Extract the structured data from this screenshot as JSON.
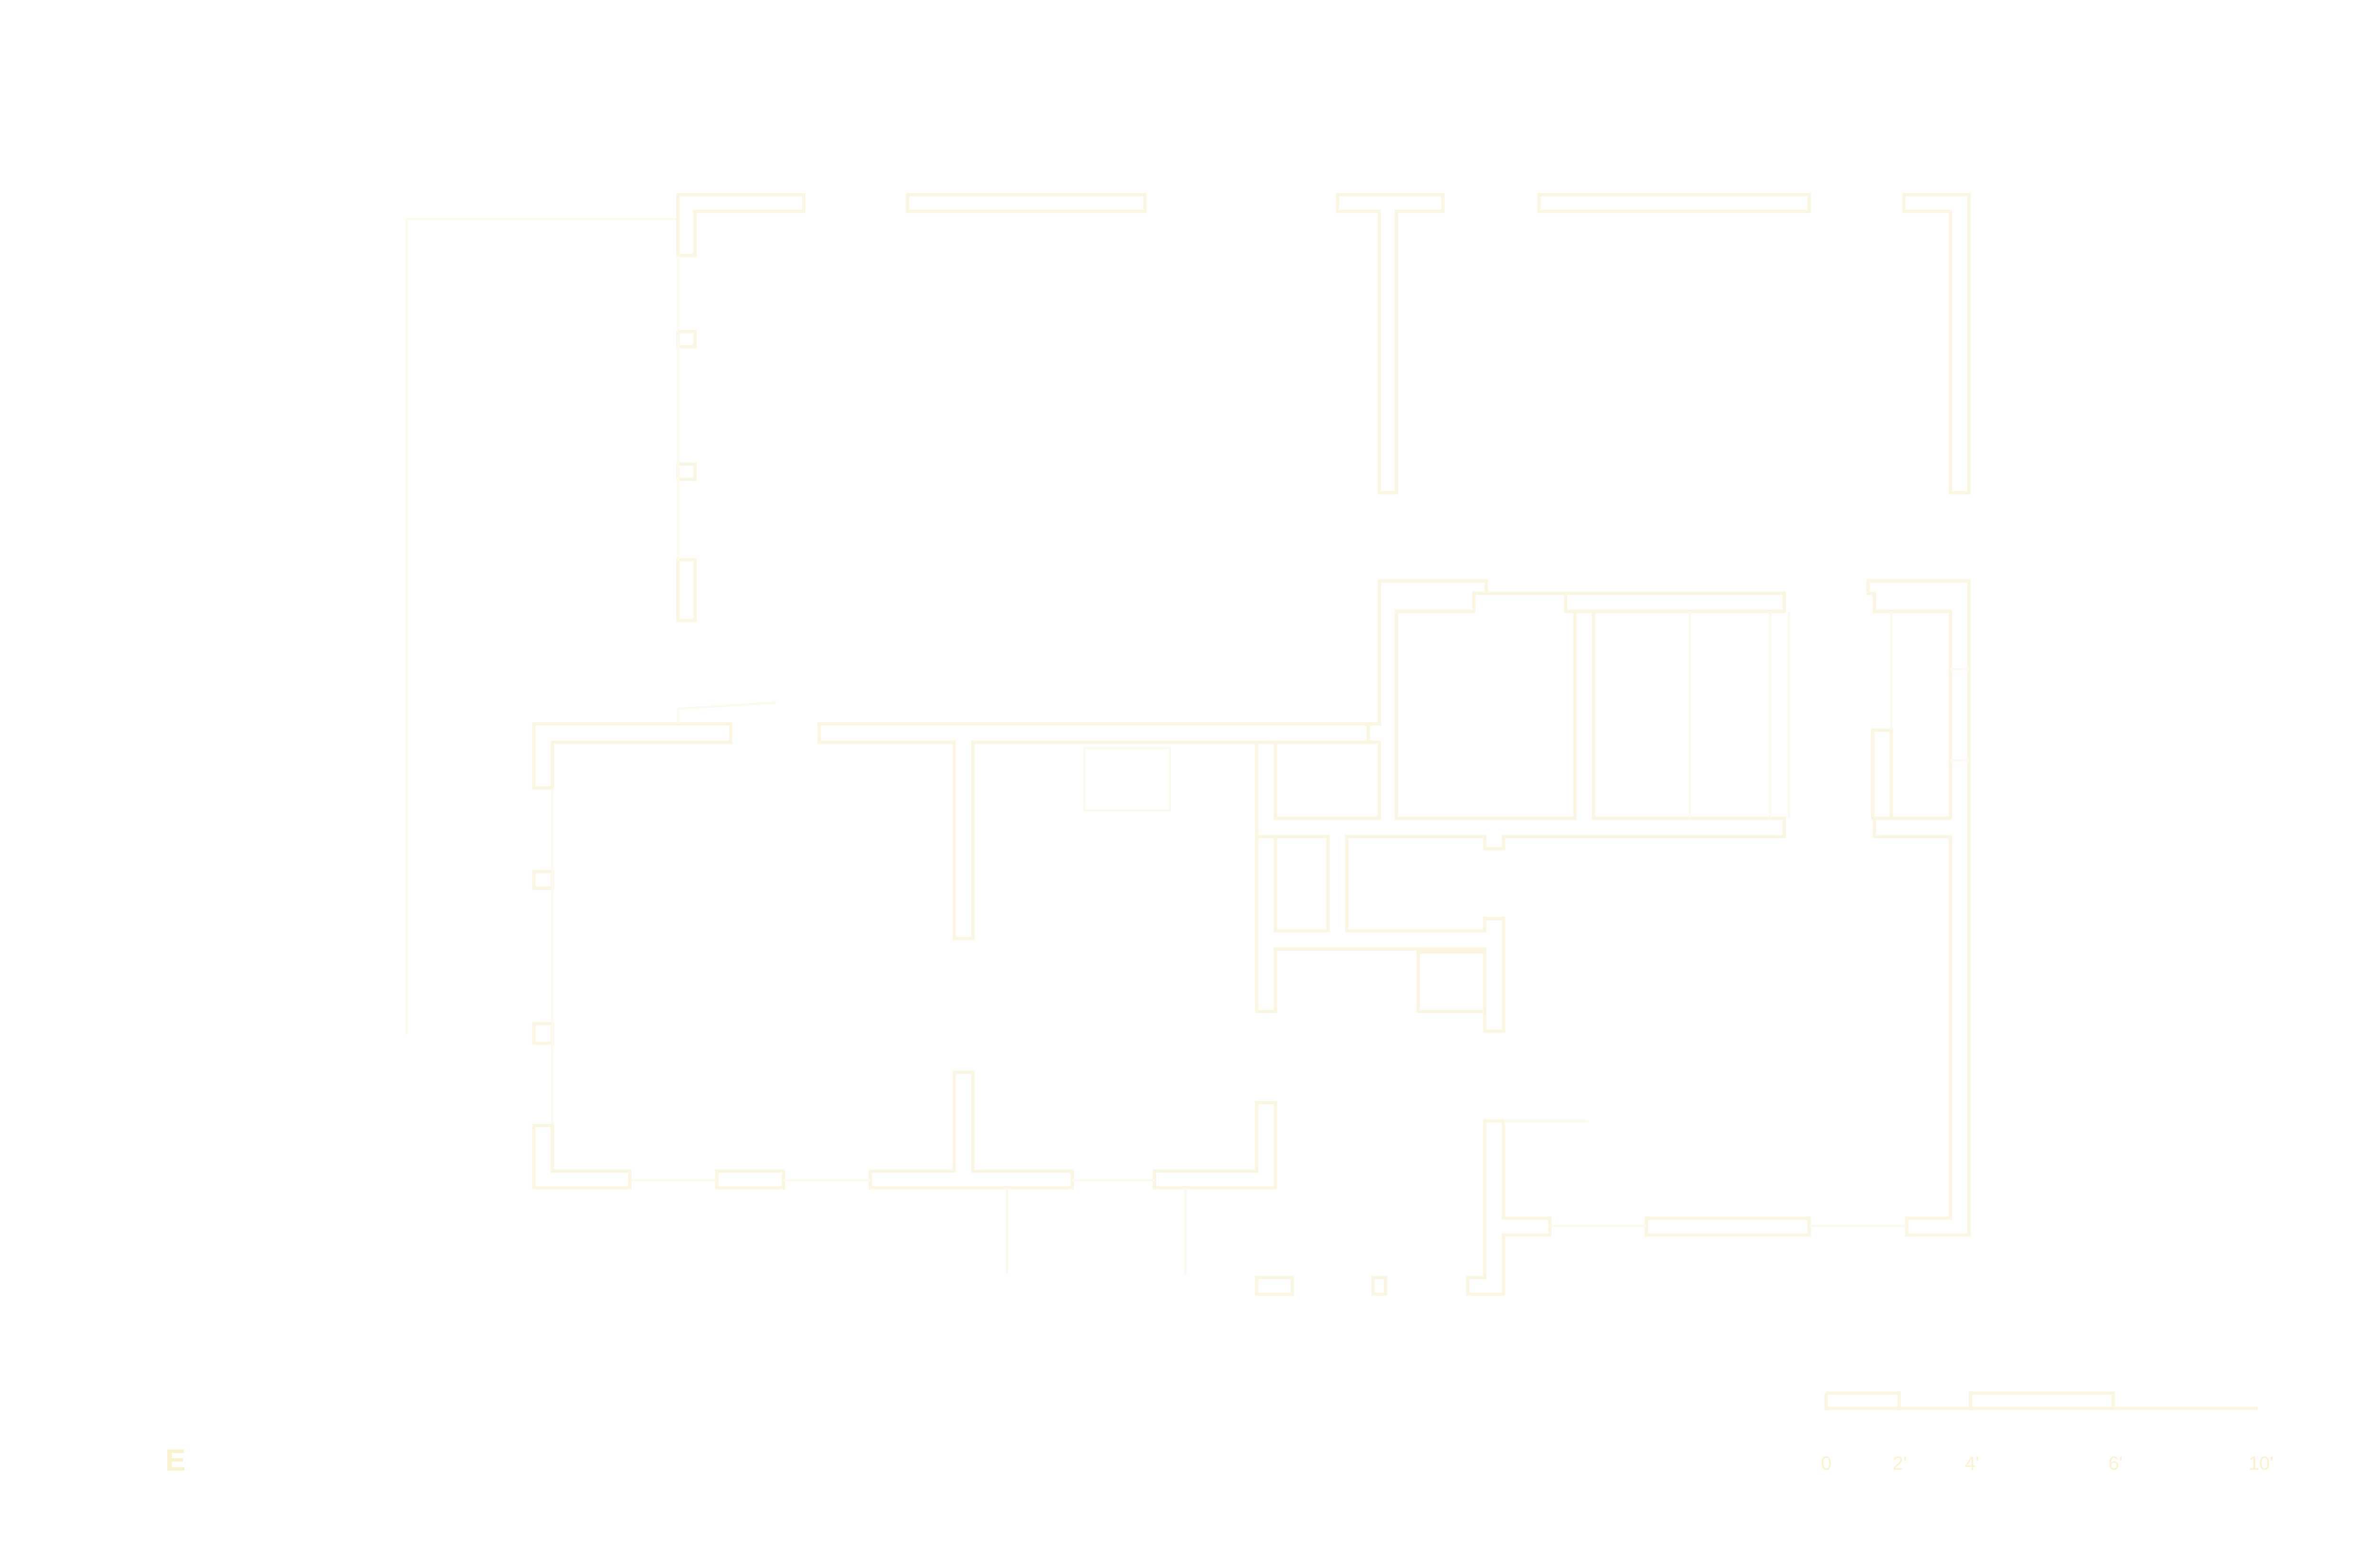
{
  "colors": {
    "background": "#ffffff",
    "line": "#fbf6e2",
    "faint_line": "#fcf9ee",
    "text": "#fbf1cf"
  },
  "north_label": "E",
  "scale_bar": {
    "units": "ft",
    "ticks": [
      "0",
      "2'",
      "4'",
      "6'",
      "10'"
    ]
  }
}
